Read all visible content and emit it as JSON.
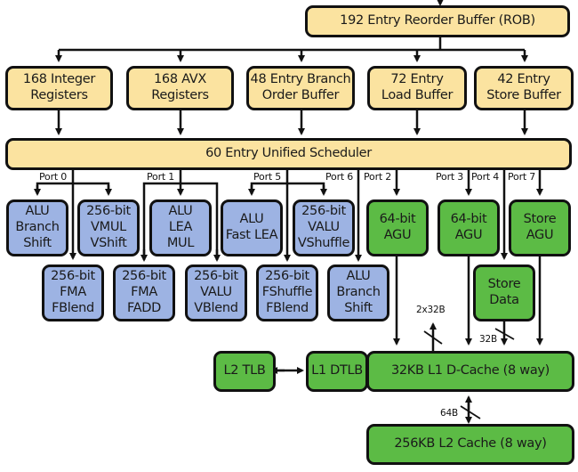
{
  "diagram": {
    "colors": {
      "frontend": "#fbe3a0",
      "execution_units": "#9db3e3",
      "memory_units": "#5cbb45",
      "border": "#111111"
    },
    "rob": {
      "label": "192 Entry Reorder Buffer (ROB)"
    },
    "resources": [
      {
        "line1": "168 Integer",
        "line2": "Registers"
      },
      {
        "line1": "168 AVX",
        "line2": "Registers"
      },
      {
        "line1": "48 Entry Branch",
        "line2": "Order Buffer"
      },
      {
        "line1": "72 Entry",
        "line2": "Load Buffer"
      },
      {
        "line1": "42 Entry",
        "line2": "Store Buffer"
      }
    ],
    "scheduler": {
      "label": "60 Entry Unified Scheduler"
    },
    "ports": [
      "Port 0",
      "Port 1",
      "Port 5",
      "Port 6",
      "Port 2",
      "Port 3",
      "Port 4",
      "Port 7"
    ],
    "exec_units_top": [
      {
        "lines": [
          "ALU",
          "Branch",
          "Shift"
        ],
        "port": "Port 0"
      },
      {
        "lines": [
          "256-bit",
          "VMUL",
          "VShift"
        ],
        "port": "Port 0"
      },
      {
        "lines": [
          "ALU",
          "LEA",
          "MUL"
        ],
        "port": "Port 1"
      },
      {
        "lines": [
          "ALU",
          "Fast LEA"
        ],
        "port": "Port 5"
      },
      {
        "lines": [
          "256-bit",
          "VALU",
          "VShuffle"
        ],
        "port": "Port 5"
      }
    ],
    "exec_units_bottom": [
      {
        "lines": [
          "256-bit",
          "FMA",
          "FBlend"
        ],
        "port": "Port 0"
      },
      {
        "lines": [
          "256-bit",
          "FMA",
          "FADD"
        ],
        "port": "Port 1"
      },
      {
        "lines": [
          "256-bit",
          "VALU",
          "VBlend"
        ],
        "port": "Port 1"
      },
      {
        "lines": [
          "256-bit",
          "FShuffle",
          "FBlend"
        ],
        "port": "Port 5"
      },
      {
        "lines": [
          "ALU",
          "Branch",
          "Shift"
        ],
        "port": "Port 6"
      }
    ],
    "memory_units": [
      {
        "lines": [
          "64-bit",
          "AGU"
        ],
        "port": "Port 2"
      },
      {
        "lines": [
          "64-bit",
          "AGU"
        ],
        "port": "Port 3"
      },
      {
        "lines": [
          "Store",
          "AGU"
        ],
        "port": "Port 7"
      },
      {
        "lines": [
          "Store",
          "Data"
        ],
        "port": "Port 4"
      }
    ],
    "l1_dcache": {
      "label": "32KB L1 D-Cache (8 way)"
    },
    "l1_dtlb": {
      "label": "L1 DTLB"
    },
    "l2_tlb": {
      "label": "L2 TLB"
    },
    "l2_cache": {
      "label": "256KB L2 Cache (8 way)"
    },
    "bandwidths": {
      "load": "2x32B",
      "store": "32B",
      "l2": "64B"
    }
  }
}
